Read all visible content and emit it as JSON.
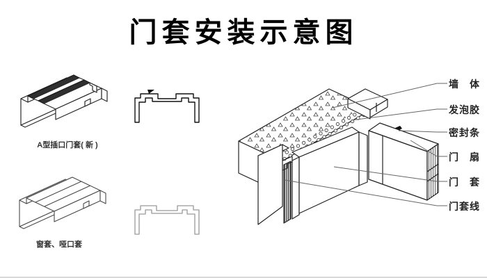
{
  "title": "门套安装示意图",
  "figures": {
    "fig_a_caption": "A型插口门套( 新 )",
    "fig_b_caption": "窗套、哑口套"
  },
  "annotations": {
    "labels": [
      {
        "text": "墙　体"
      },
      {
        "text": "发泡胶"
      },
      {
        "text": "密封条"
      },
      {
        "text": "门　扇"
      },
      {
        "text": "门　套"
      },
      {
        "text": "门套线"
      }
    ]
  },
  "colors": {
    "line": "#222222",
    "light_line": "#999999",
    "leader": "#666666",
    "label_text": "#222222",
    "groove_fill": "#2f2f2f"
  }
}
